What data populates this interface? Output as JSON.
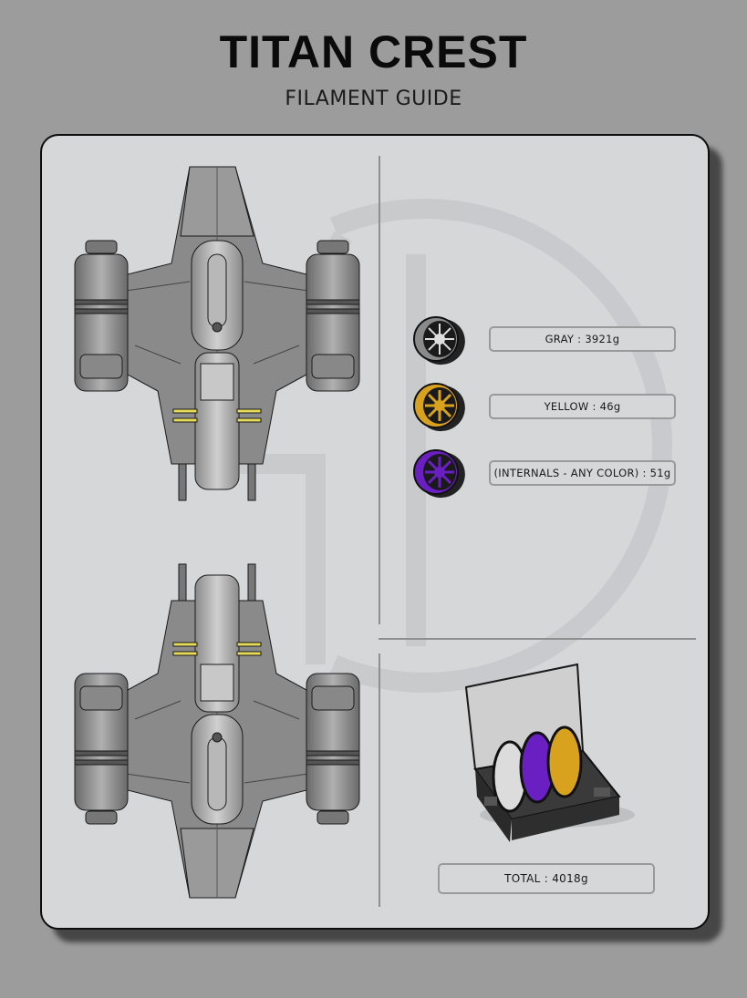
{
  "header": {
    "title": "TITAN CREST",
    "subtitle": "FILAMENT GUIDE"
  },
  "filaments": [
    {
      "label": "GRAY : 3921g",
      "color": "#7a7a7a",
      "icon": "gray-filament-spool-icon"
    },
    {
      "label": "YELLOW : 46g",
      "color": "#d9a21e",
      "icon": "yellow-filament-spool-icon"
    },
    {
      "label": "(INTERNALS - ANY COLOR) : 51g",
      "color": "#6a1fc2",
      "icon": "purple-filament-spool-icon"
    }
  ],
  "total": {
    "label": "TOTAL : 4018g"
  },
  "colors": {
    "background": "#9c9c9c",
    "panel": "#d6d7d9",
    "ship_gray": "#8c8c8c",
    "accent_yellow": "#e6dc5a"
  }
}
